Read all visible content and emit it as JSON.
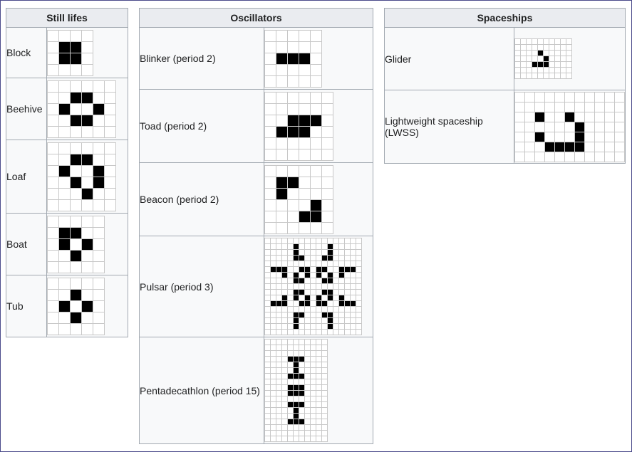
{
  "colors": {
    "header_bg": "#eaecf0",
    "cell_bg": "#f8f9fa",
    "border": "#a2a9b1",
    "live_cell": "#000000",
    "grid_line": "#c8c8c8",
    "frame": "#4a4a8a"
  },
  "still_lifes": {
    "header": "Still lifes",
    "rows": [
      {
        "name": "Block",
        "pattern": [
          "....",
          ".##.",
          ".##.",
          "...."
        ]
      },
      {
        "name": "Beehive",
        "pattern": [
          "......",
          "..##..",
          ".#..#.",
          "..##..",
          "......"
        ]
      },
      {
        "name": "Loaf",
        "pattern": [
          "......",
          "..##..",
          ".#..#.",
          "..#.#.",
          "...#..",
          "......"
        ]
      },
      {
        "name": "Boat",
        "pattern": [
          ".....",
          ".##..",
          ".#.#.",
          "..#..",
          "....."
        ]
      },
      {
        "name": "Tub",
        "pattern": [
          ".....",
          "..#..",
          ".#.#.",
          "..#..",
          "....."
        ]
      }
    ]
  },
  "oscillators": {
    "header": "Oscillators",
    "rows": [
      {
        "name": "Blinker (period 2)",
        "pattern": [
          ".....",
          ".....",
          ".###.",
          ".....",
          "....."
        ]
      },
      {
        "name": "Toad (period 2)",
        "pattern": [
          "......",
          "......",
          "..###.",
          ".###..",
          "......",
          "......"
        ]
      },
      {
        "name": "Beacon (period 2)",
        "pattern": [
          "......",
          ".##...",
          ".#....",
          "....#.",
          "...##.",
          "......"
        ]
      },
      {
        "name": "Pulsar (period 3)",
        "pattern": [
          ".................",
          ".....#.....#.....",
          ".....#.....#.....",
          ".....##...##.....",
          ".................",
          ".###..##.##..###.",
          "...#.#.#.#.#.#...",
          ".....##...##.....",
          ".................",
          ".....##...##.....",
          "...#.#.#.#.#.#...",
          ".###..##.##..###.",
          ".................",
          ".....##...##.....",
          ".....#.....#.....",
          ".....#.....#.....",
          "................."
        ]
      },
      {
        "name": "Pentadecathlon (period 15)",
        "pattern": [
          "...........",
          "...........",
          "...........",
          "....###....",
          ".....#.....",
          ".....#.....",
          "....###....",
          "...........",
          "....###....",
          "....###....",
          "...........",
          "....###....",
          ".....#.....",
          ".....#.....",
          "....###....",
          "...........",
          "...........",
          "..........."
        ]
      }
    ]
  },
  "spaceships": {
    "header": "Spaceships",
    "rows": [
      {
        "name": "Glider",
        "pattern": [
          "..........",
          "..........",
          "....#.....",
          ".....#....",
          "...###....",
          "..........",
          ".........."
        ]
      },
      {
        "name": "Lightweight spaceship (LWSS)",
        "pattern": [
          "...........",
          "...........",
          "..#..#.....",
          "......#....",
          "..#...#....",
          "...####....",
          "..........."
        ]
      }
    ]
  }
}
